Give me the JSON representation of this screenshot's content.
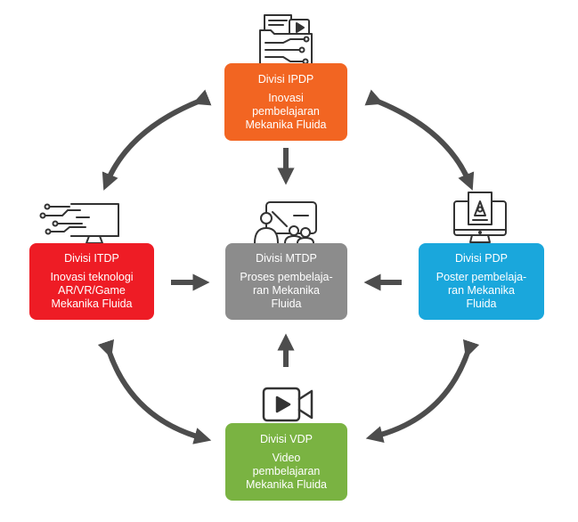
{
  "colors": {
    "ipdp": "#f26522",
    "itdp": "#ee1c25",
    "mtdp": "#8c8c8c",
    "pdp": "#1aa7dc",
    "vdp": "#7ab342",
    "arrow": "#4d4d4d",
    "icon": "#333333"
  },
  "nodes": {
    "ipdp": {
      "title": "Divisi IPDP",
      "desc": "Inovasi\npembelajaran\nMekanika Fluida",
      "icon": "folder-video-circuit-icon"
    },
    "itdp": {
      "title": "Divisi ITDP",
      "desc": "Inovasi teknologi\nAR/VR/Game\nMekanika Fluida",
      "icon": "circuit-monitor-icon"
    },
    "mtdp": {
      "title": "Divisi MTDP",
      "desc": "Proses pembelaja-\nran Mekanika\nFluida",
      "icon": "presentation-audience-icon"
    },
    "pdp": {
      "title": "Divisi PDP",
      "desc": "Poster pembelaja-\nran Mekanika\nFluida",
      "icon": "poster-monitor-icon"
    },
    "vdp": {
      "title": "Divisi VDP",
      "desc": "Video\npembelajaran\nMekanika Fluida",
      "icon": "video-camera-icon"
    }
  }
}
